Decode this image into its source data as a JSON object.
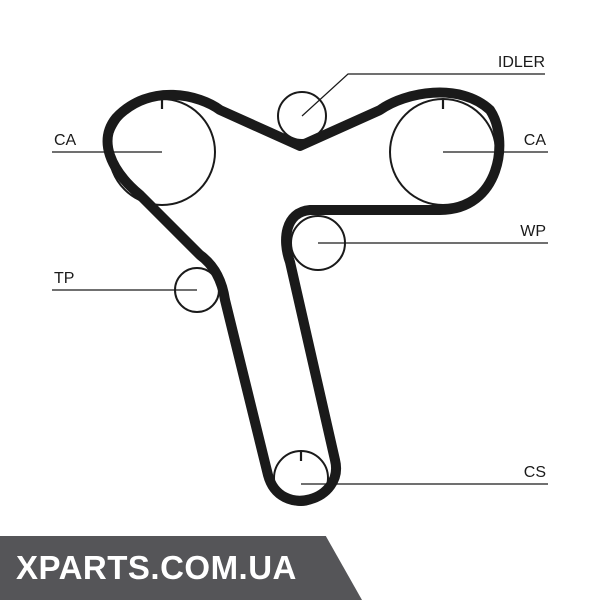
{
  "labels": {
    "idler": "IDLER",
    "ca_left": "CA",
    "ca_right": "CA",
    "wp": "WP",
    "tp": "TP",
    "cs": "CS"
  },
  "watermark": {
    "text": "XPARTS.COM.UA",
    "bg_color": "#555558",
    "text_color": "#ffffff"
  },
  "colors": {
    "line": "#1a1a1a",
    "background": "#ffffff"
  }
}
